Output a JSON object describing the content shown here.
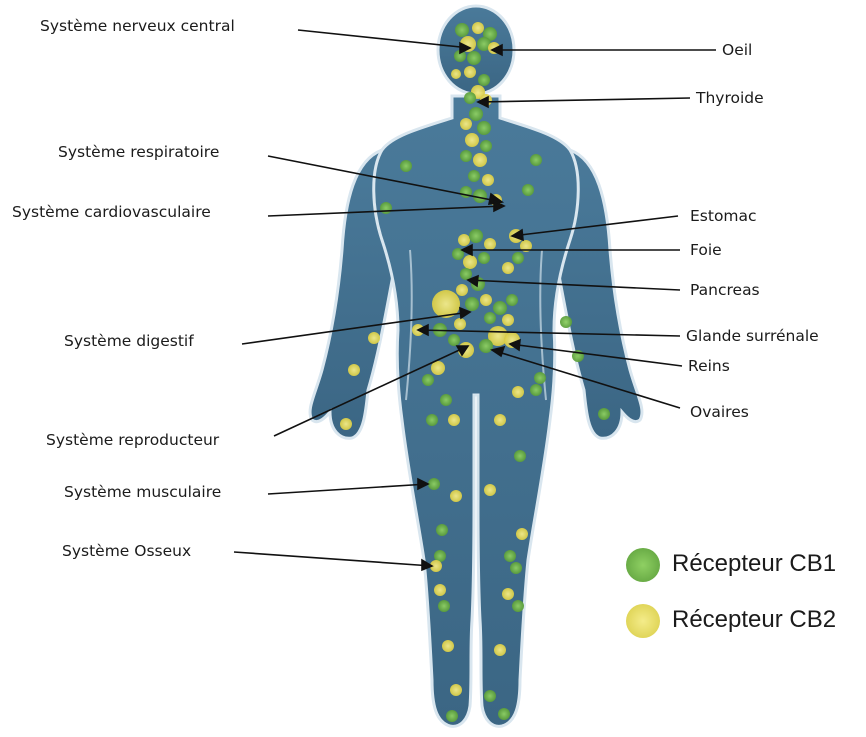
{
  "labels_left": {
    "snc": "Système nerveux central",
    "respiratoire": "Système respiratoire",
    "cardio": "Système cardiovasculaire",
    "digestif": "Système digestif",
    "reproducteur": "Système reproducteur",
    "musculaire": "Système musculaire",
    "osseux": "Système Osseux"
  },
  "labels_right": {
    "oeil": "Oeil",
    "thyroide": "Thyroide",
    "estomac": "Estomac",
    "foie": "Foie",
    "pancreas": "Pancreas",
    "surrenale": "Glande surrénale",
    "reins": "Reins",
    "ovaires": "Ovaires"
  },
  "legend": {
    "cb1": "Récepteur CB1",
    "cb2": "Récepteur CB2"
  },
  "colors": {
    "body": "#3f6d8e",
    "body_outline": "#d9e6ef",
    "cb1": "#69b045",
    "cb2": "#e6db5c"
  }
}
